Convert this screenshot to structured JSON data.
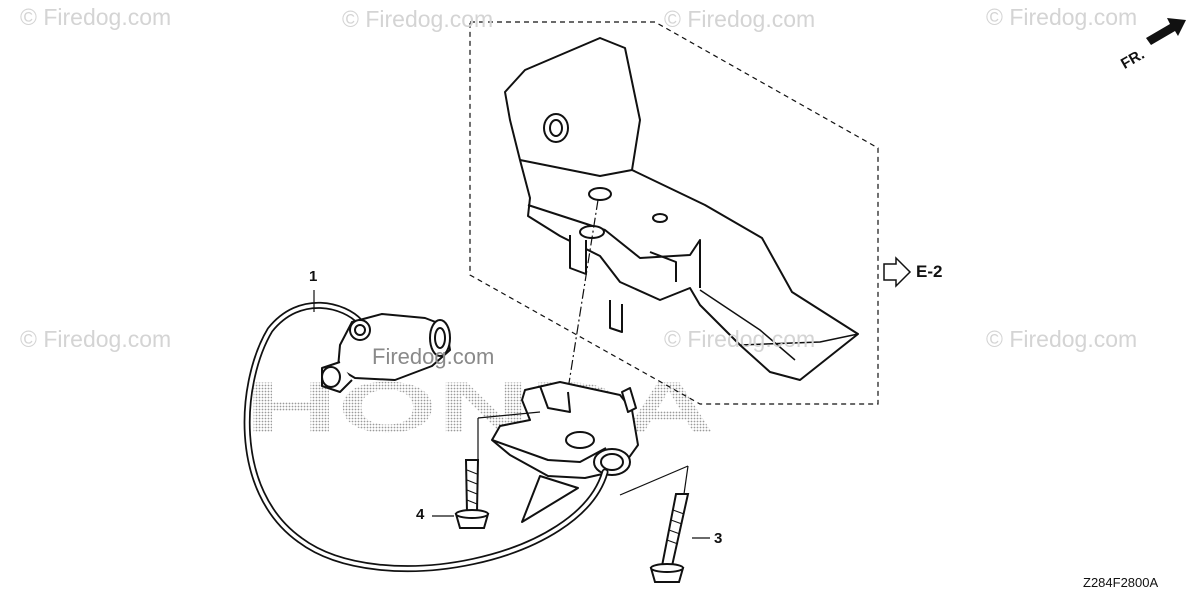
{
  "watermark": "© Firedog.com",
  "watermark_center": "Firedog.com",
  "brand_backdrop": "HONDA",
  "callouts": {
    "hose": "1",
    "bolt_short": "4",
    "bolt_long": "3"
  },
  "reference": {
    "label": "E-2",
    "icon": "hollow-arrow-right-icon"
  },
  "orientation": {
    "label": "FR.",
    "icon": "forward-arrow-icon"
  },
  "diagram_code": "Z284F2800A",
  "colors": {
    "ink": "#111111",
    "watermark": "#d4d4d4",
    "backdrop_dots": "#9a9a9a"
  }
}
